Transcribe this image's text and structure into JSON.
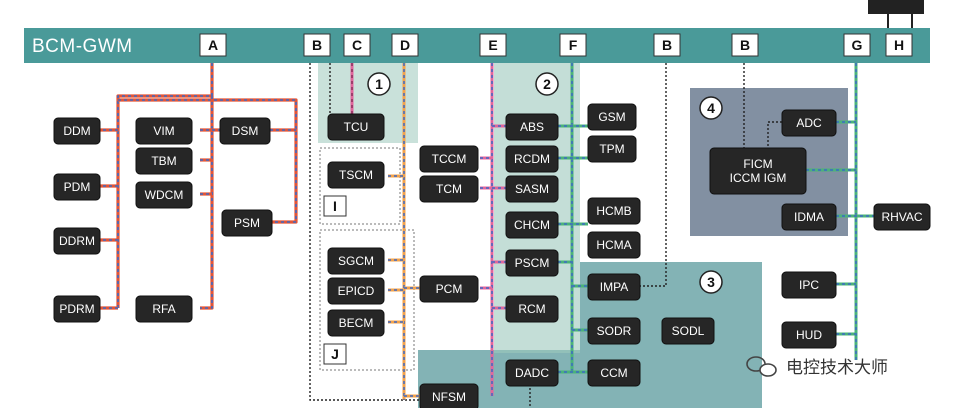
{
  "bus": {
    "label": "BCM-GWM"
  },
  "bus_letters": [
    "A",
    "B",
    "C",
    "D",
    "E",
    "F",
    "B",
    "B",
    "G",
    "H"
  ],
  "zones": [
    {
      "id": "zone1",
      "number": "1"
    },
    {
      "id": "zone2",
      "number": "2"
    },
    {
      "id": "zone3",
      "number": "3"
    },
    {
      "id": "zone4",
      "number": "4"
    }
  ],
  "group_tags": [
    "I",
    "J"
  ],
  "modules": [
    {
      "id": "ddm",
      "label": "DDM"
    },
    {
      "id": "pdm",
      "label": "PDM"
    },
    {
      "id": "ddrm",
      "label": "DDRM"
    },
    {
      "id": "pdrm",
      "label": "PDRM"
    },
    {
      "id": "vim",
      "label": "VIM"
    },
    {
      "id": "tbm",
      "label": "TBM"
    },
    {
      "id": "wdcm",
      "label": "WDCM"
    },
    {
      "id": "rfa",
      "label": "RFA"
    },
    {
      "id": "dsm",
      "label": "DSM"
    },
    {
      "id": "psm",
      "label": "PSM"
    },
    {
      "id": "tcu",
      "label": "TCU"
    },
    {
      "id": "tscm",
      "label": "TSCM"
    },
    {
      "id": "sgcm",
      "label": "SGCM"
    },
    {
      "id": "epicd",
      "label": "EPICD"
    },
    {
      "id": "becm",
      "label": "BECM"
    },
    {
      "id": "tccm",
      "label": "TCCM"
    },
    {
      "id": "tcm",
      "label": "TCM"
    },
    {
      "id": "pcm",
      "label": "PCM"
    },
    {
      "id": "nfsm",
      "label": "NFSM"
    },
    {
      "id": "abs",
      "label": "ABS"
    },
    {
      "id": "rcdm",
      "label": "RCDM"
    },
    {
      "id": "sasm",
      "label": "SASM"
    },
    {
      "id": "chcm",
      "label": "CHCM"
    },
    {
      "id": "pscm",
      "label": "PSCM"
    },
    {
      "id": "rcm",
      "label": "RCM"
    },
    {
      "id": "dadc",
      "label": "DADC"
    },
    {
      "id": "gsm",
      "label": "GSM"
    },
    {
      "id": "tpm",
      "label": "TPM"
    },
    {
      "id": "hcmb",
      "label": "HCMB"
    },
    {
      "id": "hcma",
      "label": "HCMA"
    },
    {
      "id": "impa",
      "label": "IMPA"
    },
    {
      "id": "sodr",
      "label": "SODR"
    },
    {
      "id": "sodl",
      "label": "SODL"
    },
    {
      "id": "ccm",
      "label": "CCM"
    },
    {
      "id": "adc",
      "label": "ADC"
    },
    {
      "id": "ficm",
      "label": "FICM\nICCM IGM"
    },
    {
      "id": "idma",
      "label": "IDMA"
    },
    {
      "id": "rhvac",
      "label": "RHVAC"
    },
    {
      "id": "ipc",
      "label": "IPC"
    },
    {
      "id": "hud",
      "label": "HUD"
    }
  ],
  "watermark": {
    "label": "电控技术大师"
  },
  "colors": {
    "bus": "#4a9a99",
    "module": "#262626",
    "zone_green": "#9cc8bc",
    "zone_teal": "#5a9a9c",
    "zone_blue": "#6c7c92",
    "wire_red": "#e25537",
    "wire_blue": "#3d69c4",
    "wire_pink": "#e0669c",
    "wire_green": "#4ab27a",
    "wire_orange": "#f3a24a",
    "wire_dark": "#222222"
  }
}
